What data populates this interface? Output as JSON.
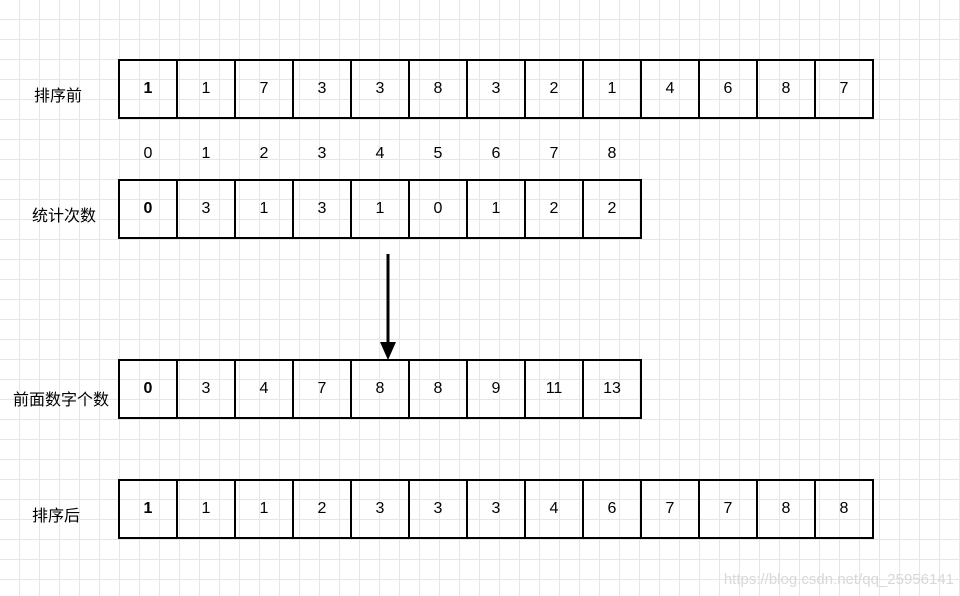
{
  "rows": [
    {
      "label": "排序前",
      "values": [
        "1",
        "1",
        "7",
        "3",
        "3",
        "8",
        "3",
        "2",
        "1",
        "4",
        "6",
        "8",
        "7"
      ]
    },
    {
      "label": "统计次数",
      "values": [
        "0",
        "3",
        "1",
        "3",
        "1",
        "0",
        "1",
        "2",
        "2"
      ]
    },
    {
      "label": "前面数字个数",
      "values": [
        "0",
        "3",
        "4",
        "7",
        "8",
        "8",
        "9",
        "11",
        "13"
      ]
    },
    {
      "label": "排序后",
      "values": [
        "1",
        "1",
        "1",
        "2",
        "3",
        "3",
        "3",
        "4",
        "6",
        "7",
        "7",
        "8",
        "8"
      ]
    }
  ],
  "index_labels": [
    "0",
    "1",
    "2",
    "3",
    "4",
    "5",
    "6",
    "7",
    "8"
  ],
  "watermark": "https://blog.csdn.net/qq_25956141"
}
